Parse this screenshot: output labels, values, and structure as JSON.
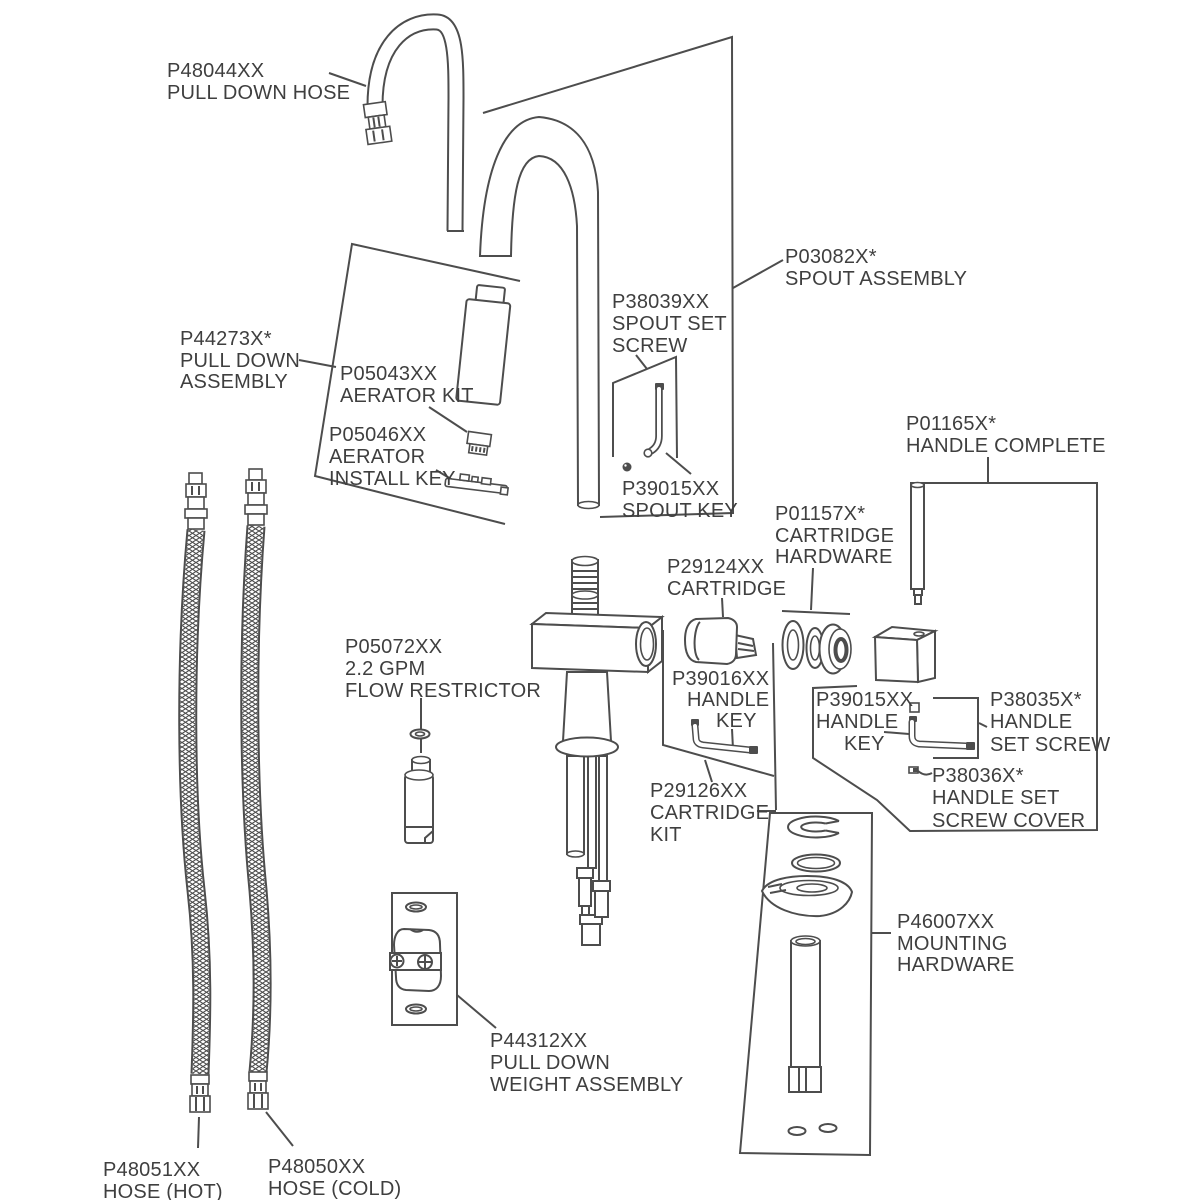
{
  "diagram": {
    "type": "exploded-parts-diagram",
    "subject": "pull-down kitchen faucet",
    "colors": {
      "background": "#ffffff",
      "line": "#4d4d4d",
      "text": "#3f3f3f"
    }
  },
  "labels": {
    "pull_down_hose": {
      "lines": [
        "P48044XX",
        "PULL DOWN HOSE"
      ]
    },
    "spout_assembly": {
      "lines": [
        "P03082X*",
        "SPOUT ASSEMBLY"
      ]
    },
    "pull_down_assembly": {
      "lines": [
        "P44273X*",
        "PULL DOWN",
        "ASSEMBLY"
      ]
    },
    "aerator_kit": {
      "lines": [
        "P05043XX",
        "AERATOR KIT"
      ]
    },
    "aerator_install_key": {
      "lines": [
        "P05046XX",
        "AERATOR",
        "INSTALL KEY"
      ]
    },
    "spout_set_screw": {
      "lines": [
        "P38039XX",
        "SPOUT SET",
        "SCREW"
      ]
    },
    "spout_key": {
      "lines": [
        "P39015XX",
        "SPOUT KEY"
      ]
    },
    "handle_complete": {
      "lines": [
        "P01165X*",
        "HANDLE COMPLETE"
      ]
    },
    "cartridge_hardware": {
      "lines": [
        "P01157X*",
        "CARTRIDGE",
        "HARDWARE"
      ]
    },
    "cartridge": {
      "lines": [
        "P29124XX",
        "CARTRIDGE"
      ]
    },
    "handle_key_upper": {
      "lines": [
        "P39016XX",
        "HANDLE",
        "KEY"
      ]
    },
    "cartridge_kit": {
      "lines": [
        "P29126XX",
        "CARTRIDGE",
        "KIT"
      ]
    },
    "handle_key_lower": {
      "lines": [
        "P39015XX",
        "HANDLE",
        "KEY"
      ]
    },
    "handle_set_screw": {
      "lines": [
        "P38035X*",
        "HANDLE",
        "SET SCREW"
      ]
    },
    "handle_set_screw_cover": {
      "lines": [
        "P38036X*",
        "HANDLE SET",
        "SCREW COVER"
      ]
    },
    "flow_restrictor": {
      "lines": [
        "P05072XX",
        "2.2 GPM",
        "FLOW RESTRICTOR"
      ]
    },
    "mounting_hardware": {
      "lines": [
        "P46007XX",
        "MOUNTING",
        "HARDWARE"
      ]
    },
    "weight_assembly": {
      "lines": [
        "P44312XX",
        "PULL DOWN",
        "WEIGHT ASSEMBLY"
      ]
    },
    "hose_hot": {
      "lines": [
        "P48051XX",
        "HOSE (HOT)"
      ]
    },
    "hose_cold": {
      "lines": [
        "P48050XX",
        "HOSE (COLD)"
      ]
    }
  }
}
